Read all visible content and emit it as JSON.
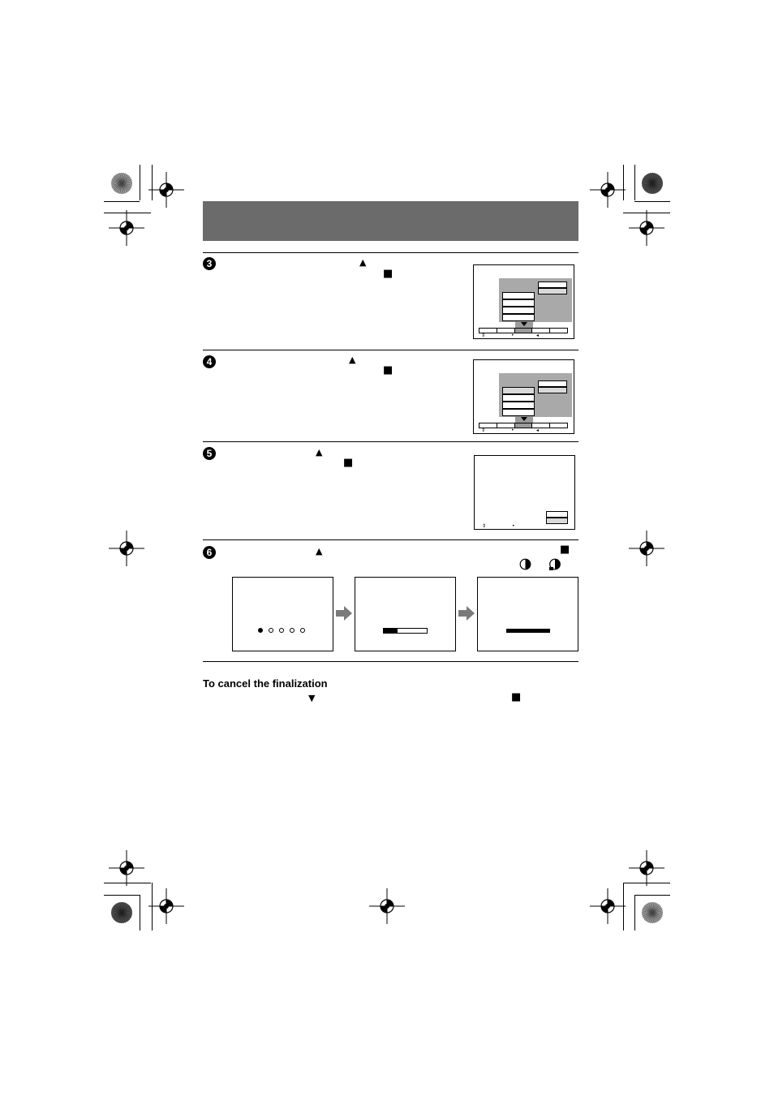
{
  "section": {
    "title": "To cancel the finalization"
  },
  "steps": [
    {
      "number": "3",
      "up_arrow": "▲",
      "stop_button": "■"
    },
    {
      "number": "4",
      "up_arrow": "▲",
      "stop_button": "■"
    },
    {
      "number": "5",
      "up_arrow": "▲",
      "stop_button": "■"
    },
    {
      "number": "6",
      "up_arrow": "▲",
      "stop_button": "■"
    }
  ],
  "cancel": {
    "down_arrow": "▼",
    "stop_button": "■"
  },
  "screen_glyphs": {
    "updown": "⇕",
    "dot": "•",
    "back": "◂"
  },
  "progress": {
    "dots_filled": 1,
    "dots_total": 5,
    "bar_fraction": 0.33,
    "bar_full_fraction": 1.0
  },
  "icons": [
    "disc-half-icon",
    "disc-finalize-icon",
    "arrow-right-icon",
    "registration-mark-icon",
    "starburst-icon"
  ],
  "colors": {
    "header_band": "#6b6b6b",
    "panel_gray": "#a9a9a9",
    "arrow_gray": "#7a7a7a"
  }
}
